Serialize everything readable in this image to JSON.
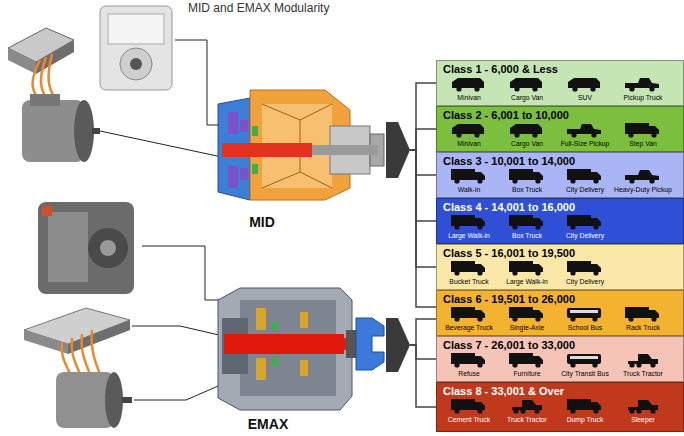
{
  "diagram": {
    "title": "MID and EMAX Modularity",
    "nodes": [
      {
        "text": [
          "MID"
        ]
      },
      {
        "text": [
          "EMAX"
        ]
      },
      {
        "text": [
          "Class 1 - 6,000 & Less",
          "Minivan",
          "Cargo Van",
          "SUV",
          "Pickup Truck"
        ]
      },
      {
        "text": [
          "Class 2 - 6,001 to 10,000",
          "Minivan",
          "Cargo Van",
          "Full-Size Pickup",
          "Step Van"
        ]
      },
      {
        "text": [
          "Class 3 - 10,001 to 14,000",
          "Walk-in",
          "Box Truck",
          "City Delivery",
          "Heavy-Duty Pickup"
        ]
      },
      {
        "text": [
          "Class 4 - 14,001 to 16,000",
          "Large Walk-in",
          "Box Truck",
          "City Delivery"
        ]
      },
      {
        "text": [
          "Class 5 - 16,001 to 19,500",
          "Bucket Truck",
          "Large Walk-in",
          "City Delivery"
        ]
      },
      {
        "text": [
          "Class 6 - 19,501 to 26,000",
          "Beverage Truck",
          "Single-Axle",
          "School Bus",
          "Rack Truck"
        ]
      },
      {
        "text": [
          "Class 7 - 26,001 to 33,000",
          "Refuse",
          "Furniture",
          "City Transit Bus",
          "Truck Tractor"
        ]
      },
      {
        "text": [
          "Class 8 - 33,001 & Over",
          "Cement Truck",
          "Truck Tractor",
          "Dump Truck",
          "Sleeper"
        ]
      }
    ],
    "edges": [
      {
        "from": 0,
        "to": 2,
        "arrow": "none"
      },
      {
        "from": 0,
        "to": 3,
        "arrow": "none"
      },
      {
        "from": 0,
        "to": 4,
        "arrow": "none"
      },
      {
        "from": 0,
        "to": 5,
        "arrow": "none"
      },
      {
        "from": 0,
        "to": 6,
        "arrow": "none"
      },
      {
        "from": 0,
        "to": 7,
        "arrow": "none"
      },
      {
        "from": 1,
        "to": 7,
        "arrow": "none"
      },
      {
        "from": 1,
        "to": 8,
        "arrow": "none"
      },
      {
        "from": 1,
        "to": 9,
        "arrow": "none"
      }
    ]
  }
}
